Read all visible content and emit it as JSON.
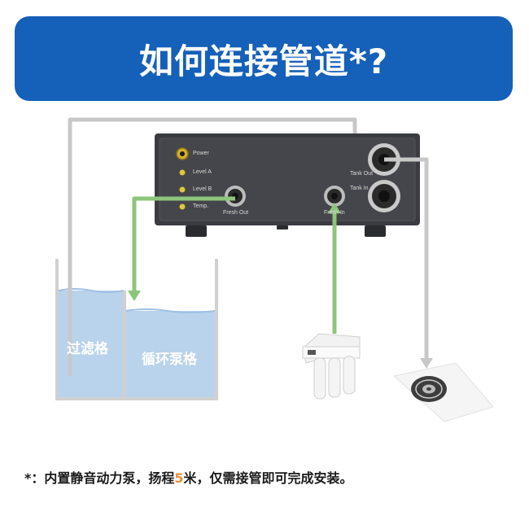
{
  "header": {
    "title": "如何连接管道*?"
  },
  "device": {
    "indicators": [
      "Power",
      "Level A",
      "Level B",
      "Temp."
    ],
    "ports": {
      "fresh_out": "Fresh Out",
      "fresh_in": "Fresh In",
      "tank_out": "Tank Out",
      "tank_in": "Tank In"
    }
  },
  "tanks": {
    "filter": "过滤格",
    "pump": "循环泵格"
  },
  "footnote": {
    "prefix": "*：内置静音动力泵，扬程",
    "highlight": "5",
    "suffix": "米，仅需接管即可完成安装。"
  },
  "colors": {
    "banner": "#1560b8",
    "green_pipe": "#8dc57a",
    "grey_pipe": "#c8c8c8",
    "water": "#b9d3ec",
    "accent": "#e8913a"
  }
}
